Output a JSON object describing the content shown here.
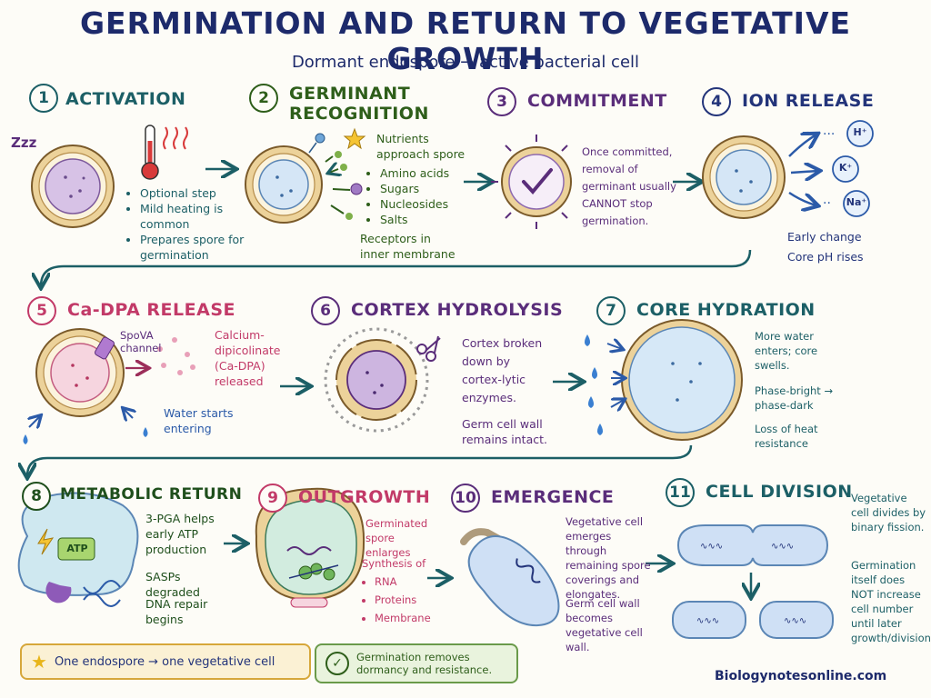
{
  "title": "GERMINATION AND RETURN TO VEGETATIVE GROWTH",
  "subtitle": "Dormant endospore → active bacterial cell",
  "steps": [
    {
      "num": "1",
      "title": "ACTIVATION",
      "zzz": "Zzz",
      "bullets": [
        "Optional step",
        "Mild heating is common",
        "Prepares spore for germination"
      ]
    },
    {
      "num": "2",
      "title_line1": "GERMINANT",
      "title_line2": "RECOGNITION",
      "intro": "Nutrients approach spore",
      "bullets": [
        "Amino acids",
        "Sugars",
        "Nucleosides",
        "Salts"
      ],
      "note": "Receptors in inner membrane"
    },
    {
      "num": "3",
      "title": "COMMITMENT",
      "text": "Once committed, removal of germinant usually CANNOT stop germination."
    },
    {
      "num": "4",
      "title": "ION RELEASE",
      "ions": [
        "H⁺",
        "K⁺",
        "Na⁺"
      ],
      "text1": "Early change",
      "text2": "Core pH rises"
    },
    {
      "num": "5",
      "title": "Ca-DPA RELEASE",
      "channel_label": "SpoVA channel",
      "released": "Calcium-dipicolinate (Ca-DPA) released",
      "water": "Water starts entering"
    },
    {
      "num": "6",
      "title": "CORTEX HYDROLYSIS",
      "text1": "Cortex broken down by cortex-lytic enzymes.",
      "text2": "Germ cell wall remains intact."
    },
    {
      "num": "7",
      "title": "CORE HYDRATION",
      "text1": "More water enters; core swells.",
      "text2": "Phase-bright → phase-dark",
      "text3": "Loss of heat resistance"
    },
    {
      "num": "8",
      "title": "METABOLIC RETURN",
      "atp": "ATP",
      "text1": "3-PGA helps early ATP production",
      "text2": "SASPs degraded",
      "text3": "DNA repair begins"
    },
    {
      "num": "9",
      "title": "OUTGROWTH",
      "text1": "Germinated spore enlarges",
      "synth": "Synthesis of",
      "bullets": [
        "RNA",
        "Proteins",
        "Membrane"
      ]
    },
    {
      "num": "10",
      "title": "EMERGENCE",
      "text1": "Vegetative cell emerges through remaining spore coverings and elongates.",
      "text2": "Germ cell wall becomes vegetative cell wall."
    },
    {
      "num": "11",
      "title": "CELL DIVISION",
      "text1": "Vegetative cell divides by binary fission.",
      "text2": "Germination itself does NOT increase cell number until later growth/division."
    }
  ],
  "footer": {
    "box1": "One endospore → one vegetative cell",
    "box2": "Germination removes dormancy and resistance.",
    "site": "Biologynotesonline.com"
  },
  "colors": {
    "teal": "#1c5f66",
    "green": "#2e5e1a",
    "purple": "#5a2d7a",
    "navy": "#23347a",
    "pink": "#c23a68",
    "spore_coat": "#e9c98a",
    "core_purple": "#cdb5e0",
    "core_blue": "#cfe3f5"
  }
}
